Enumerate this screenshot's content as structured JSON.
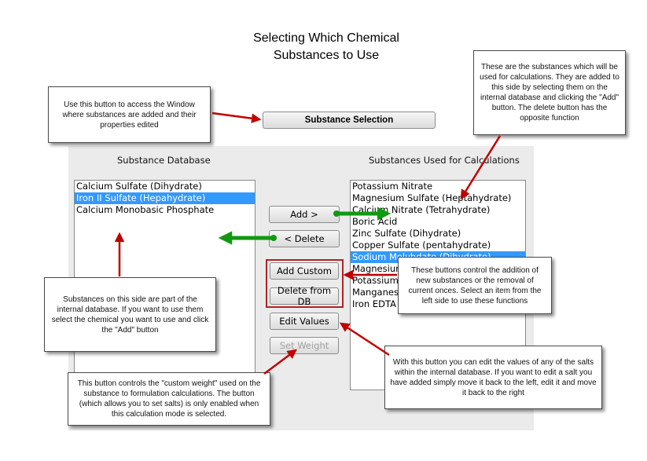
{
  "title": {
    "line1": "Selecting Which Chemical",
    "line2": "Substances to Use"
  },
  "colors": {
    "arrow_red": "#c00000",
    "arrow_green": "#119911",
    "selection": "#3399ff",
    "highlight_box": "#b22222"
  },
  "substance_selection_button": "Substance Selection",
  "left_panel": {
    "label": "Substance Database",
    "items": [
      "Calcium Sulfate (Dihydrate)",
      "Iron II Sulfate (Hepahydrate)",
      "Calcium Monobasic Phosphate"
    ],
    "selected": "Iron II Sulfate (Hepahydrate)"
  },
  "right_panel": {
    "label": "Substances Used for Calculations",
    "items": [
      "Potassium Nitrate",
      "Magnesium Sulfate (Heptahydrate)",
      "Calcium Nitrate (Tetrahydrate)",
      "Boric Acid",
      "Zinc Sulfate (Dihydrate)",
      "Copper Sulfate (pentahydrate)",
      "Sodium Molybdate (Dihydrate)",
      "Magnesium",
      "Potassium",
      "Manganese",
      "Iron EDTA"
    ],
    "selected": "Sodium Molybdate (Dihydrate)"
  },
  "buttons": {
    "add": "Add >",
    "delete": "< Delete",
    "add_custom": "Add Custom",
    "delete_from_db": "Delete from DB",
    "edit_values": "Edit Values",
    "set_weight": "Set Weight"
  },
  "callouts": {
    "substance_selection": "Use this button to access the Window where substances are added and their properties edited",
    "right_side": "These are the substances which will be used for calculations. They are added to this side by selecting them on the internal database and clicking the \"Add\" button. The delete button has the opposite function",
    "left_side": "Substances on this side are part of the internal database. If you want to use them select the chemical you want to use and click the \"Add\" button",
    "custom_buttons": "These buttons control the addition of new substances or the removal of current onces. Select an item from the left side to use these functions",
    "edit_values": "With this button you can edit the values of any of the salts within the internal database. If you want to edit a salt you have added simply move it back to the left, edit it and move it back to the right",
    "set_weight": "This button controls the \"custom weight\" used on the substance to formulation calculations. The button (which allows you to set salts) is only enabled when this calculation mode is selected."
  }
}
